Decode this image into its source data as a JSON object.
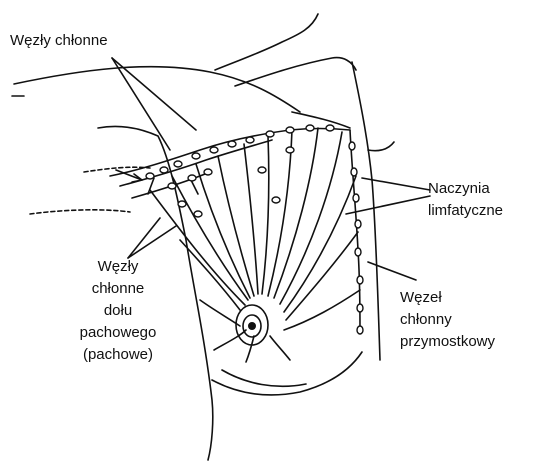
{
  "labels": {
    "top": {
      "lines": [
        "Węzły chłonne"
      ]
    },
    "vessels": {
      "lines": [
        "Naczynia",
        "limfatyczne"
      ]
    },
    "axillary": {
      "lines": [
        "Węzły",
        "chłonne",
        "dołu",
        "pachowego",
        "(pachowe)"
      ]
    },
    "parasternal": {
      "lines": [
        "Węzeł",
        "chłonny",
        "przymostkowy"
      ]
    }
  },
  "colors": {
    "ink": "#111111",
    "paper": "#ffffff"
  }
}
